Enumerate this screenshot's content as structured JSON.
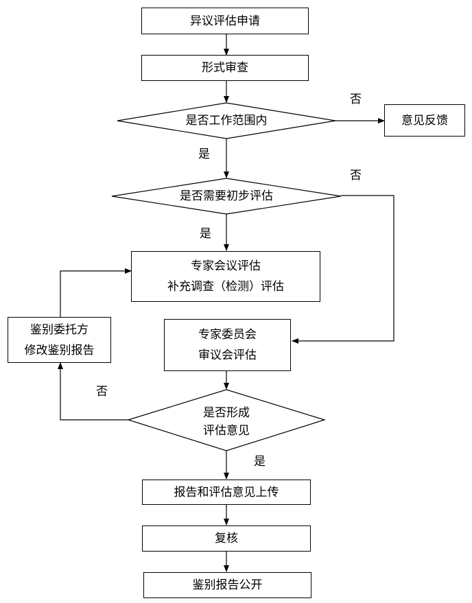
{
  "nodes": {
    "objection_application": "异议评估申请",
    "formal_review": "形式审查",
    "within_scope": "是否工作范围内",
    "feedback": "意见反馈",
    "need_preliminary": "是否需要初步评估",
    "expert_meeting_line1": "专家会议评估",
    "expert_meeting_line2": "补充调查（检测）评估",
    "committee_line1": "专家委员会",
    "committee_line2": "审议会评估",
    "client_line1": "鉴别委托方",
    "client_line2": "修改鉴别报告",
    "form_opinion_line1": "是否形成",
    "form_opinion_line2": "评估意见",
    "upload": "报告和评估意见上传",
    "recheck": "复核",
    "publish": "鉴别报告公开"
  },
  "labels": {
    "no_scope": "否",
    "yes_scope": "是",
    "no_preliminary": "否",
    "yes_preliminary": "是",
    "no_opinion": "否",
    "yes_opinion": "是"
  }
}
